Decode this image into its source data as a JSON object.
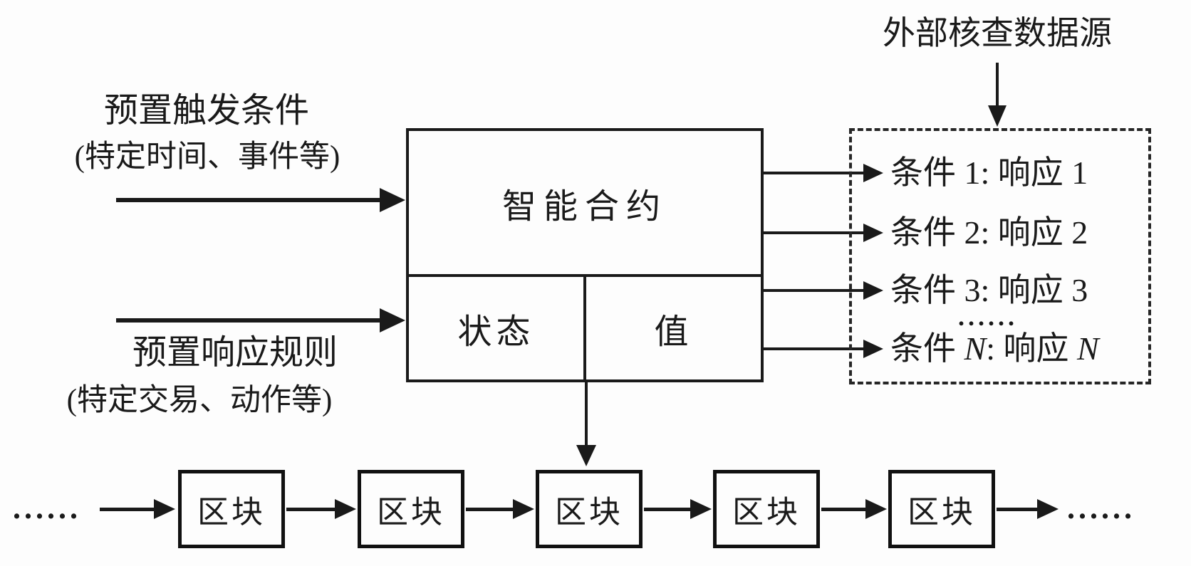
{
  "palette": {
    "ink": "#1a1a1a",
    "background": "#fdfdfd"
  },
  "external_source": {
    "label": "外部核查数据源"
  },
  "inputs": {
    "trigger": {
      "line1": "预置触发条件",
      "line2": "(特定时间、事件等)"
    },
    "rules": {
      "line1": "预置响应规则",
      "line2": "(特定交易、动作等)"
    }
  },
  "contract": {
    "title": "智能合约",
    "state_label": "状态",
    "value_label": "值"
  },
  "conditions": {
    "rows": [
      "条件 1: 响应 1",
      "条件 2: 响应 2",
      "条件 3: 响应 3"
    ],
    "ellipsis": "......",
    "row_n": {
      "pre": "条件 ",
      "var1": "N",
      "mid": ": 响应 ",
      "var2": "N"
    }
  },
  "chain": {
    "left_ellipsis": "......",
    "right_ellipsis": "......",
    "blocks": [
      "区块",
      "区块",
      "区块",
      "区块",
      "区块"
    ]
  }
}
